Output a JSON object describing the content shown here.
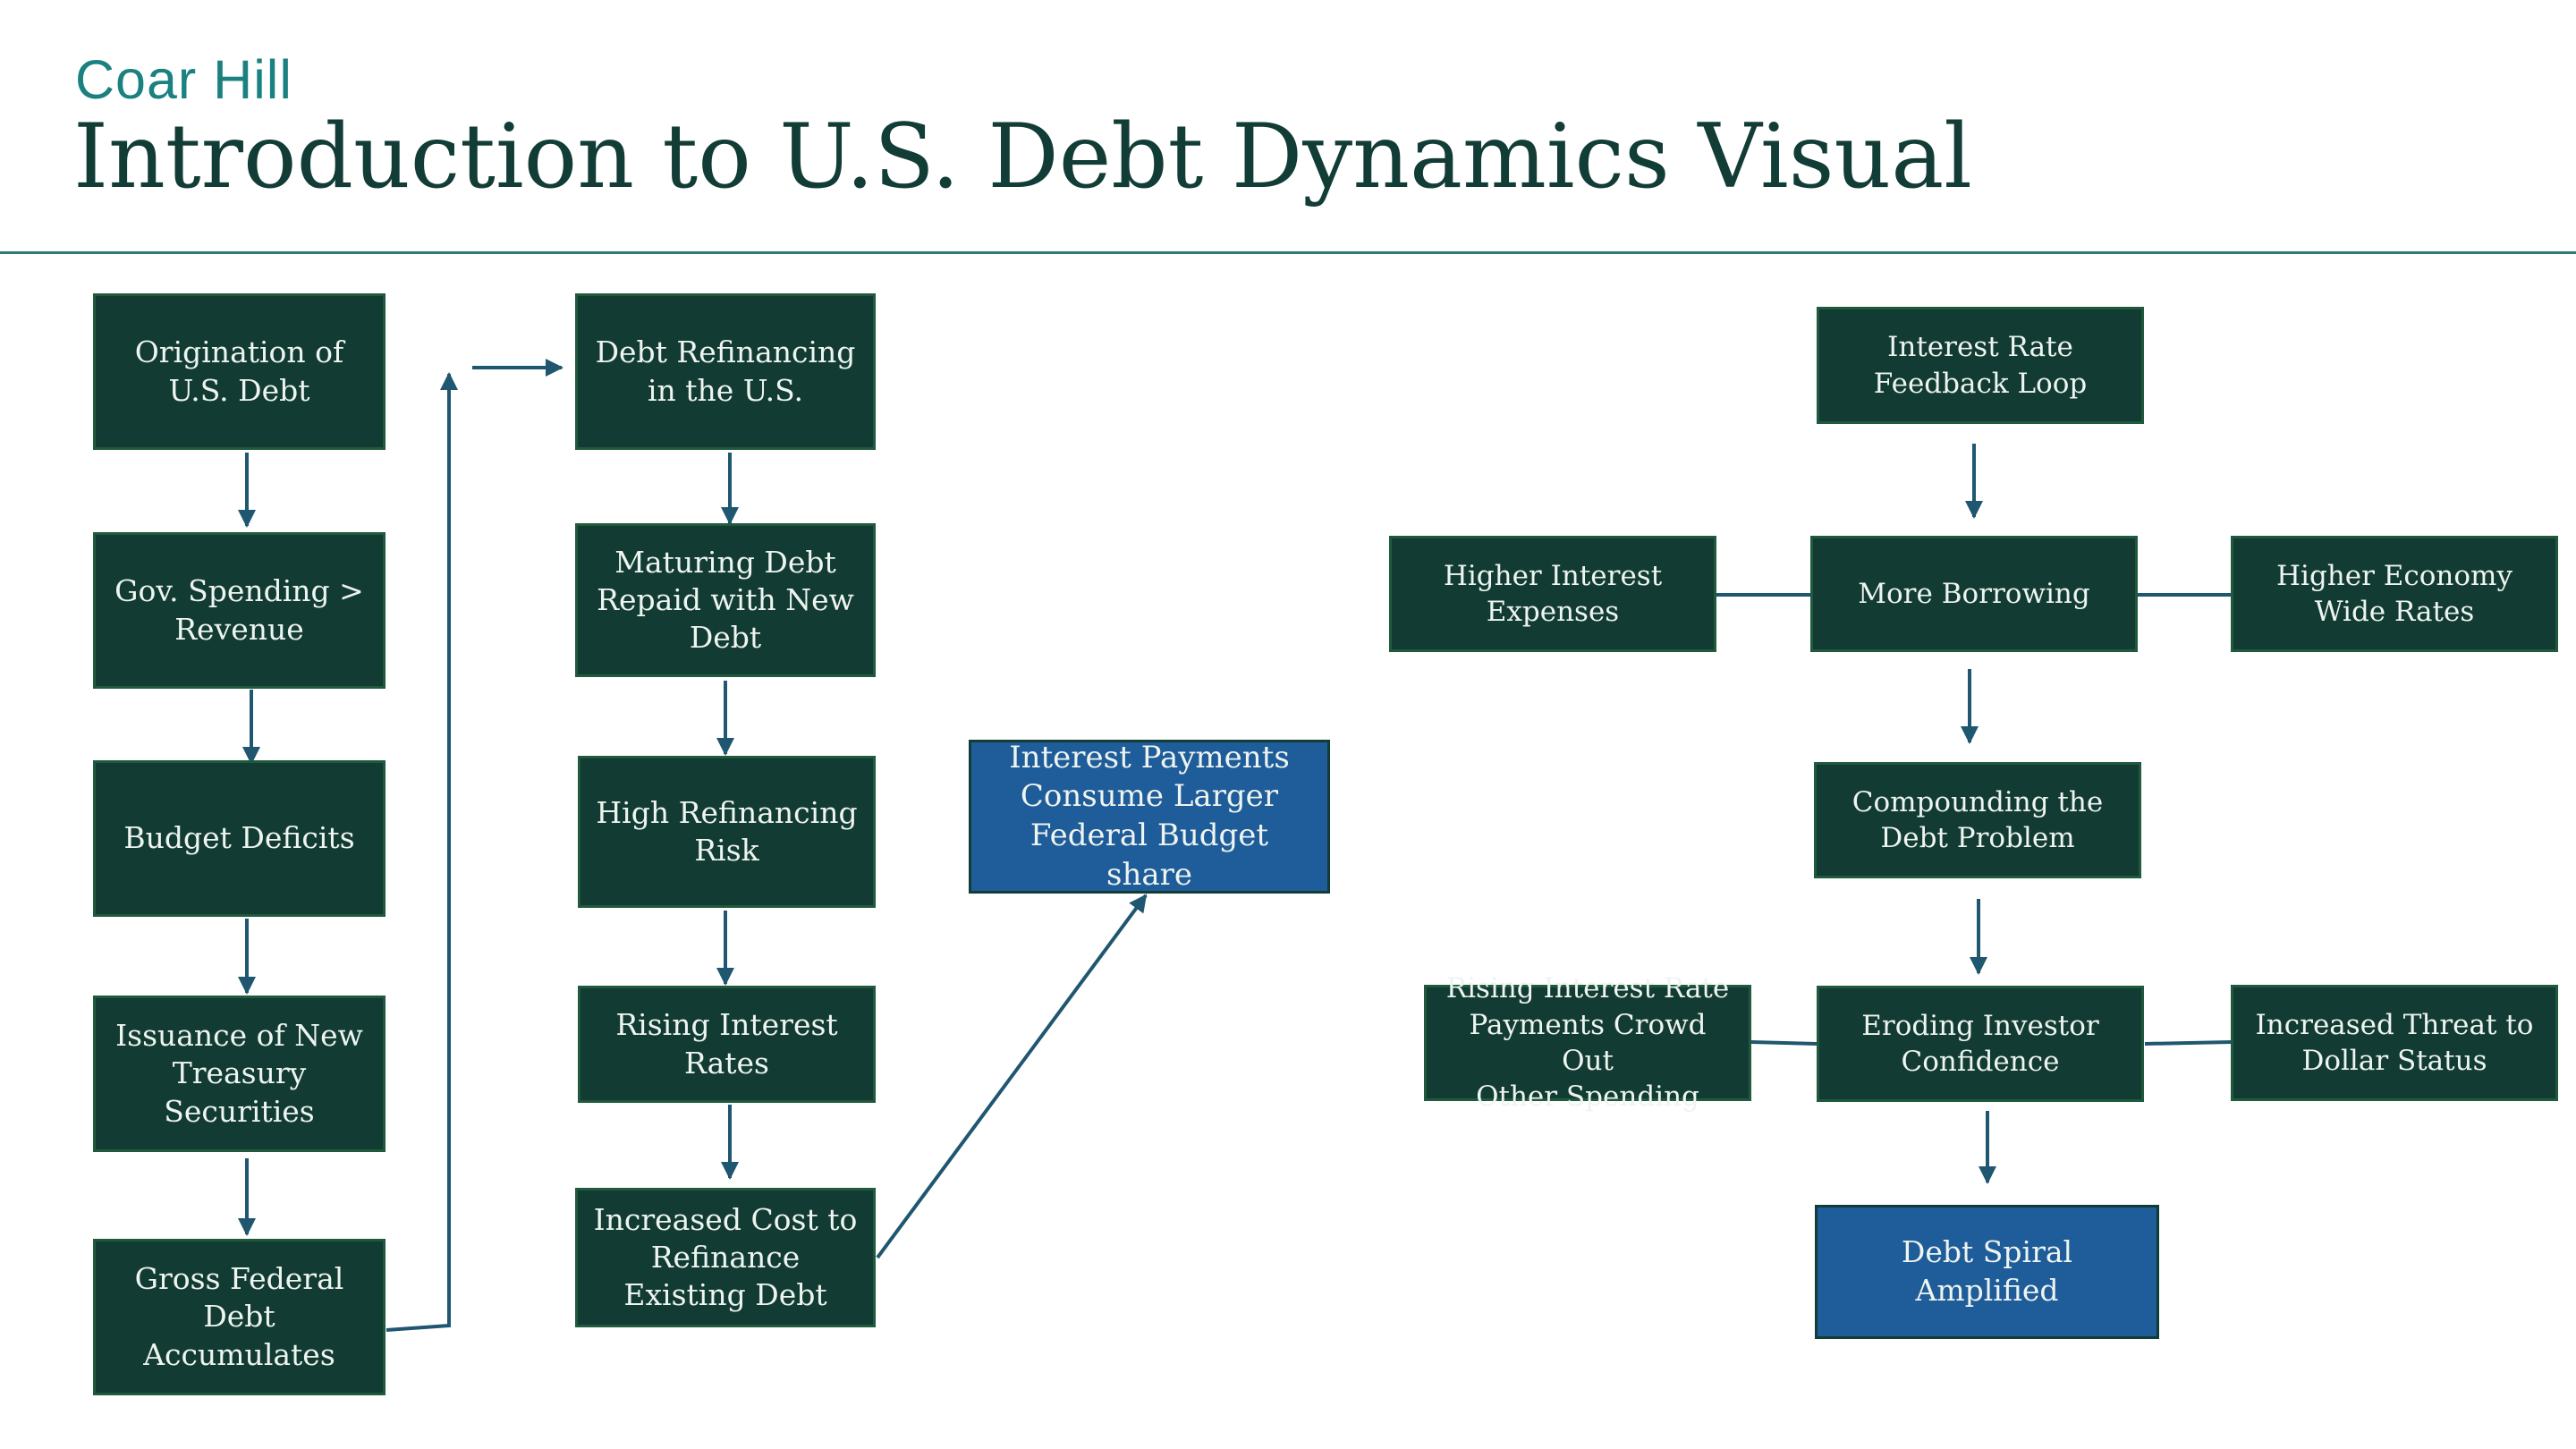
{
  "header": {
    "brand": "Coar Hill",
    "title": "Introduction to U.S. Debt Dynamics Visual"
  },
  "colors": {
    "node_fill": "#123c33",
    "highlight_fill": "#1f5c9a",
    "arrow": "#1f5670",
    "brand": "#1a8080"
  },
  "column1": {
    "origination": "Origination of\nU.S. Debt",
    "spending": "Gov. Spending >\nRevenue",
    "deficits": "Budget Deficits",
    "issuance": "Issuance of New\nTreasury\nSecurities",
    "gross_debt": "Gross Federal\nDebt\nAccumulates"
  },
  "column2": {
    "refinancing": "Debt Refinancing\nin the U.S.",
    "maturing": "Maturing Debt\nRepaid with New\nDebt",
    "risk": "High Refinancing\nRisk",
    "rising_rates": "Rising Interest\nRates",
    "increased_cost": "Increased Cost to\nRefinance\nExisting Debt"
  },
  "outcome": {
    "interest_payments": "Interest Payments\nConsume Larger\nFederal Budget share"
  },
  "feedback_loop": {
    "title": "Interest Rate\nFeedback Loop",
    "more_borrowing": "More Borrowing",
    "higher_interest_expenses": "Higher Interest\nExpenses",
    "higher_economy_rates": "Higher Economy\nWide Rates",
    "compounding": "Compounding the\nDebt Problem",
    "eroding": "Eroding Investor\nConfidence",
    "crowd_out": "Rising Interest Rate\nPayments Crowd Out\nOther Spending",
    "dollar_status": "Increased Threat to\nDollar Status",
    "spiral": "Debt Spiral Amplified"
  }
}
